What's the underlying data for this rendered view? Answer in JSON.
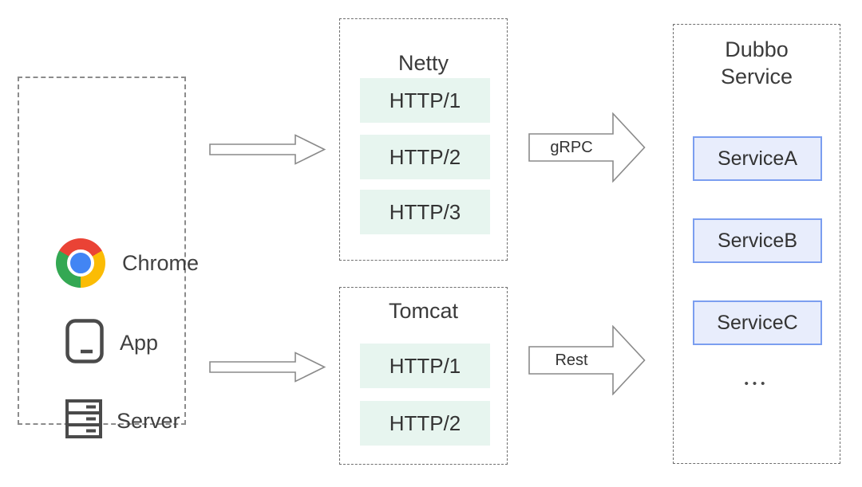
{
  "diagram": {
    "clients": {
      "items": [
        {
          "icon": "chrome-icon",
          "label": "Chrome"
        },
        {
          "icon": "app-icon",
          "label": "App"
        },
        {
          "icon": "server-icon",
          "label": "Server"
        }
      ]
    },
    "netty": {
      "title": "Netty",
      "protocols": [
        "HTTP/1",
        "HTTP/2",
        "HTTP/3"
      ]
    },
    "tomcat": {
      "title": "Tomcat",
      "protocols": [
        "HTTP/1",
        "HTTP/2"
      ]
    },
    "dubbo": {
      "title_line1": "Dubbo",
      "title_line2": "Service",
      "services": [
        "ServiceA",
        "ServiceB",
        "ServiceC"
      ],
      "more_indicator": "•••"
    },
    "arrows": {
      "grpc_label": "gRPC",
      "rest_label": "Rest"
    }
  },
  "colors": {
    "text": "#3b3b3b",
    "dash_border": "#8c8c8c",
    "inner_dash_border": "#6e6e6e",
    "protocol_fill": "#e7f5ef",
    "service_fill": "#e8edfc",
    "service_border": "#7b9ef0",
    "arrow_stroke": "#8a8a8a",
    "chrome_red": "#ea4335",
    "chrome_yellow": "#fbbc05",
    "chrome_green": "#34a853",
    "chrome_blue": "#4285f4"
  }
}
